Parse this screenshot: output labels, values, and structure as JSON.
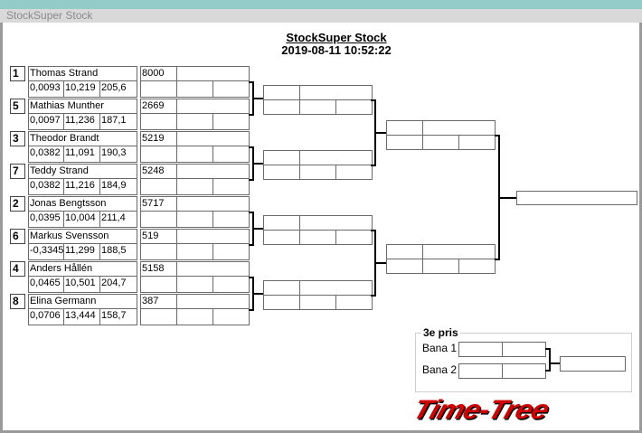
{
  "window": {
    "title": "StockSuper Stock"
  },
  "header": {
    "title": "StockSuper Stock",
    "datetime": "2019-08-11 10:52:22"
  },
  "players": [
    {
      "seed": "1",
      "name": "Thomas Strand",
      "s1": "0,0093",
      "s2": "10,219",
      "s3": "205,6",
      "score": "8000"
    },
    {
      "seed": "5",
      "name": "Mathias Munther",
      "s1": "0,0097",
      "s2": "11,236",
      "s3": "187,1",
      "score": "2669"
    },
    {
      "seed": "3",
      "name": "Theodor Brandt",
      "s1": "0,0382",
      "s2": "11,091",
      "s3": "190,3",
      "score": "5219"
    },
    {
      "seed": "7",
      "name": "Teddy Strand",
      "s1": "0,0382",
      "s2": "11,216",
      "s3": "184,9",
      "score": "5248"
    },
    {
      "seed": "2",
      "name": "Jonas Bengtsson",
      "s1": "0,0395",
      "s2": "10,004",
      "s3": "211,4",
      "score": "5717"
    },
    {
      "seed": "6",
      "name": "Markus Svensson",
      "s1": "-0,3345",
      "s2": "11,299",
      "s3": "188,5",
      "score": "519"
    },
    {
      "seed": "4",
      "name": "Anders Hållén",
      "s1": "0,0465",
      "s2": "10,501",
      "s3": "204,7",
      "score": "5158"
    },
    {
      "seed": "8",
      "name": "Elina Germann",
      "s1": "0,0706",
      "s2": "13,444",
      "s3": "158,7",
      "score": "387"
    }
  ],
  "third_place": {
    "label": "3e pris",
    "lane1": "Bana 1",
    "lane2": "Bana 2"
  },
  "logo": {
    "text": "Time-Tree"
  },
  "colors": {
    "titlebar_accent": "#93cbc9",
    "logo": "#d40000"
  }
}
